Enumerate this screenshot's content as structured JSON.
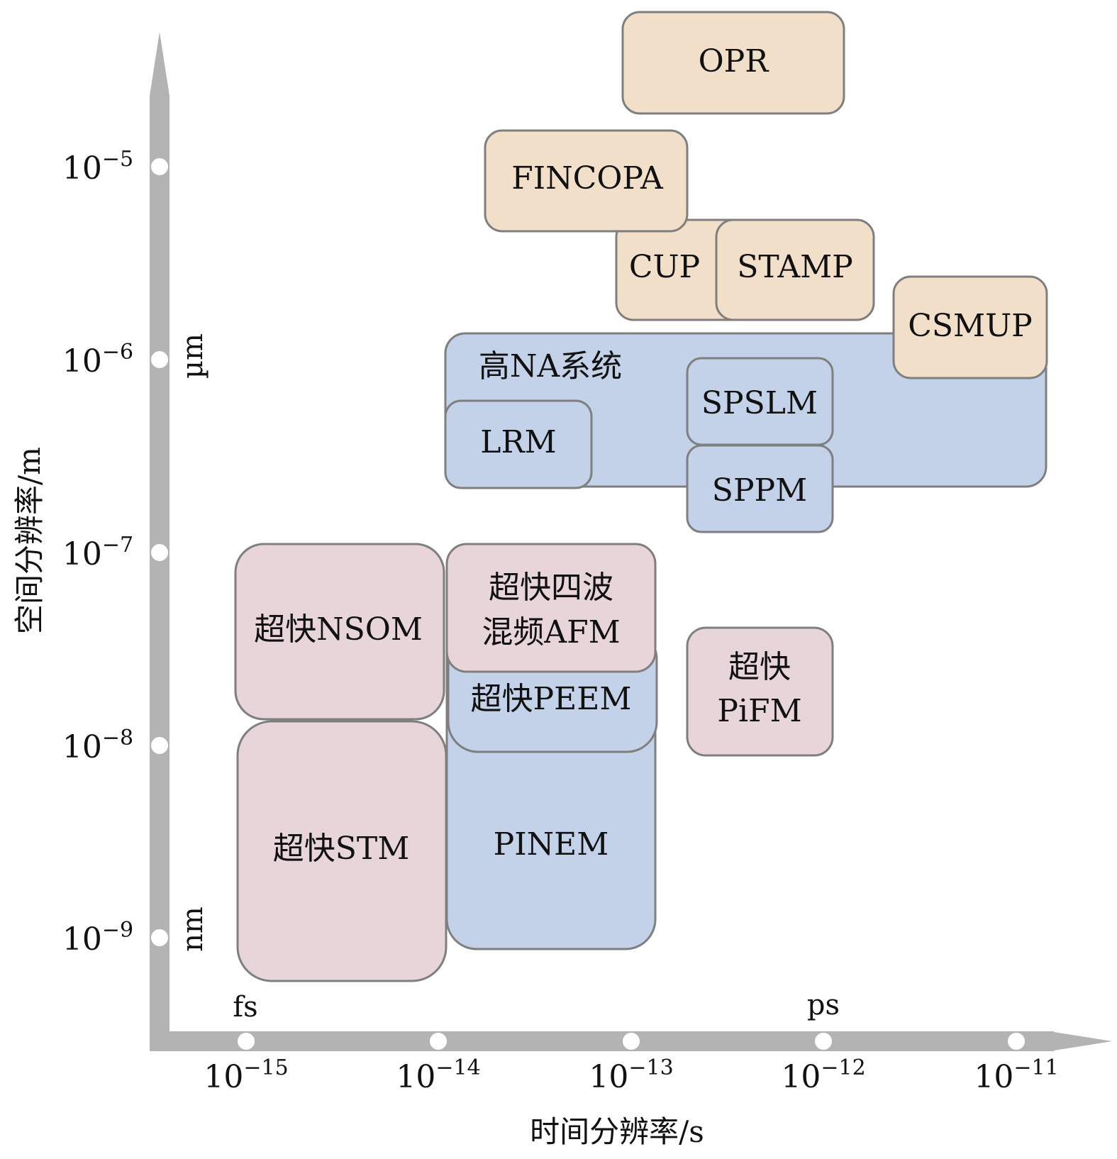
{
  "axes": {
    "x_title": "时间分辨率/s",
    "y_title": "空间分辨率/m",
    "x_ticks": [
      {
        "base": "10",
        "exp": "−15"
      },
      {
        "base": "10",
        "exp": "−14"
      },
      {
        "base": "10",
        "exp": "−13"
      },
      {
        "base": "10",
        "exp": "−12"
      },
      {
        "base": "10",
        "exp": "−11"
      }
    ],
    "y_ticks": [
      {
        "base": "10",
        "exp": "−5"
      },
      {
        "base": "10",
        "exp": "−6"
      },
      {
        "base": "10",
        "exp": "−7"
      },
      {
        "base": "10",
        "exp": "−8"
      },
      {
        "base": "10",
        "exp": "−9"
      }
    ],
    "x_unit_labels": {
      "fs": "fs",
      "ps": "ps"
    },
    "y_unit_labels": {
      "um": "µm",
      "nm": "nm"
    },
    "axis_color": "#b3b3b3"
  },
  "colors": {
    "tan": "#f1dfca",
    "blue": "#c3d2e8",
    "pink": "#e8d5da",
    "border": "#7f7f7f"
  },
  "methods": {
    "opr": "OPR",
    "fincopa": "FINCOPA",
    "cup": "CUP",
    "stamp": "STAMP",
    "csmup": "CSMUP",
    "high_na": "高NA系统",
    "lrm": "LRM",
    "spslm": "SPSLM",
    "sppm": "SPPM",
    "nsom": "超快NSOM",
    "stm": "超快STM",
    "pinem": "PINEM",
    "peem": "超快PEEM",
    "fwm_afm_line1": "超快四波",
    "fwm_afm_line2": "混频AFM",
    "pifm_line1": "超快",
    "pifm_line2": "PiFM"
  }
}
